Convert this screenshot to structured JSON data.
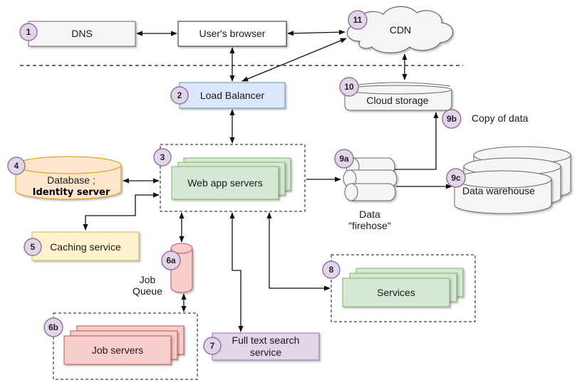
{
  "nodes": {
    "dns": "DNS",
    "browser": "User's browser",
    "cdn": "CDN",
    "lb": "Load Balancer",
    "cloud": "Cloud storage",
    "copy": "Copy of data",
    "db1": "Database ;",
    "db2": "Identity server",
    "web": "Web app servers",
    "fire1": "Data",
    "fire2": "\"firehose\"",
    "dw": "Data warehouse",
    "cache": "Caching service",
    "jq1": "Job",
    "jq2": "Queue",
    "services": "Services",
    "jobs": "Job servers",
    "fts1": "Full text search",
    "fts2": "service"
  },
  "badges": {
    "b1": "1",
    "b2": "2",
    "b3": "3",
    "b4": "4",
    "b5": "5",
    "b6a": "6a",
    "b6b": "6b",
    "b7": "7",
    "b8": "8",
    "b9a": "9a",
    "b9b": "9b",
    "b9c": "9c",
    "b10": "10",
    "b11": "11"
  },
  "colors": {
    "badge_fill": "#e1d5e7",
    "badge_stroke": "#9673a6",
    "lb_fill": "#dae8fc",
    "lb_stroke": "#6c8ebf",
    "green_fill": "#d5e8d4",
    "green_stroke": "#82b366",
    "red_fill": "#f8cecc",
    "red_stroke": "#b85450",
    "db_fill": "#ffe6cc",
    "db_stroke": "#d79b00",
    "yellow_fill": "#fff2cc",
    "yellow_stroke": "#d6b656",
    "gray_fill": "#f5f5f5",
    "gray_stroke": "#666666"
  }
}
